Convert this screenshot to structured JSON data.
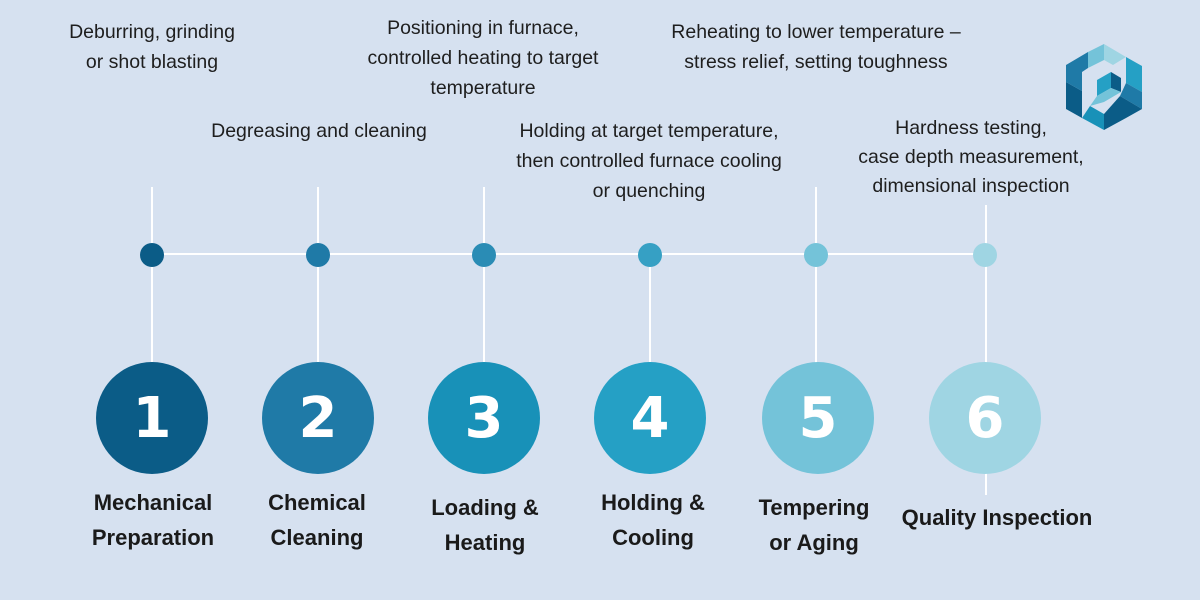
{
  "colors": {
    "background": "#d6e1f0",
    "connector": "#ffffff",
    "step_1": "#0b5c87",
    "step_2": "#1f7aa7",
    "step_3": "#1891b8",
    "step_4": "#25a0c5",
    "step_5": "#74c3d9",
    "step_6": "#9fd5e3"
  },
  "logo": {
    "icon": "hexagon-cycle-logo-icon"
  },
  "steps": [
    {
      "number": "1",
      "title": "Mechanical\nPreparation",
      "description": "Deburring, grinding\nor shot blasting"
    },
    {
      "number": "2",
      "title": "Chemical\nCleaning",
      "description": "Degreasing and cleaning"
    },
    {
      "number": "3",
      "title": "Loading &\nHeating",
      "description": "Positioning in furnace,\ncontrolled heating to target\ntemperature"
    },
    {
      "number": "4",
      "title": "Holding &\nCooling",
      "description": "Holding at target temperature,\nthen controlled furnace cooling\nor quenching"
    },
    {
      "number": "5",
      "title": "Tempering\nor Aging",
      "description": "Reheating to lower temperature –\nstress relief, setting toughness"
    },
    {
      "number": "6",
      "title": "Quality Inspection",
      "description": "Hardness testing,\ncase depth measurement,\ndimensional inspection"
    }
  ]
}
